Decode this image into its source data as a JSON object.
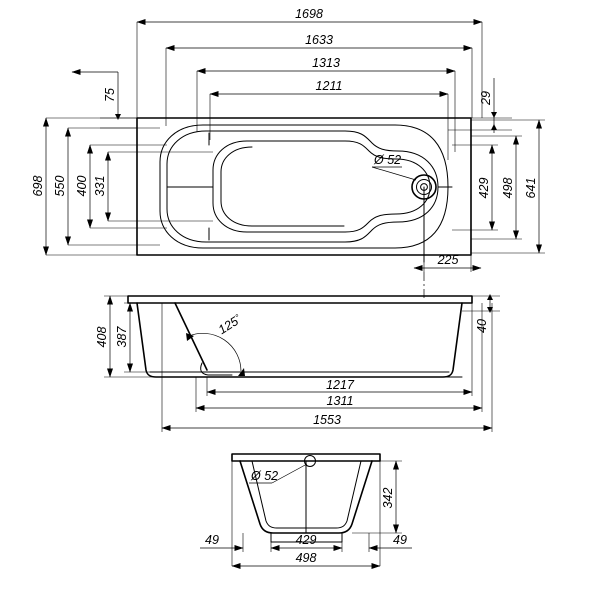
{
  "document": {
    "type": "engineering-drawing",
    "subject": "bathtub",
    "units": "mm",
    "views": [
      "plan-view",
      "side-elevation",
      "end-elevation"
    ],
    "line_color": "#000000",
    "background_color": "#ffffff"
  },
  "plan_view": {
    "name": "plan-view",
    "horizontal_dimensions": [
      {
        "id": "overall-length",
        "value": "1698"
      },
      {
        "id": "rim-inner-length",
        "value": "1633"
      },
      {
        "id": "bowl-length-outer",
        "value": "1313"
      },
      {
        "id": "bowl-length-inner",
        "value": "1211"
      }
    ],
    "vertical_dimensions_left": [
      {
        "id": "overall-width",
        "value": "698"
      },
      {
        "id": "rim-inner-width",
        "value": "550"
      },
      {
        "id": "bowl-width-outer",
        "value": "400"
      },
      {
        "id": "bowl-width-inner",
        "value": "331"
      }
    ],
    "vertical_dimensions_right": [
      {
        "id": "rim-offset-top",
        "value": "29"
      },
      {
        "id": "drain-zone-width",
        "value": "429"
      },
      {
        "id": "foot-frame-width",
        "value": "498"
      },
      {
        "id": "base-width",
        "value": "641"
      }
    ],
    "offset_dimensions": [
      {
        "id": "rim-offset-left",
        "value": "75"
      },
      {
        "id": "drain-offset-from-end",
        "value": "225"
      }
    ],
    "annotations": [
      {
        "id": "drain-diameter",
        "value": "Ø 52"
      }
    ]
  },
  "side_elevation": {
    "name": "side-elevation",
    "vertical_dimensions_left": [
      {
        "id": "overall-height",
        "value": "408"
      },
      {
        "id": "bowl-depth",
        "value": "387"
      }
    ],
    "vertical_dimensions_right": [
      {
        "id": "rim-thickness",
        "value": "40"
      }
    ],
    "horizontal_dimensions": [
      {
        "id": "base-length-inner",
        "value": "1217"
      },
      {
        "id": "base-length-outer",
        "value": "1311"
      },
      {
        "id": "foot-span-length",
        "value": "1553"
      }
    ],
    "annotations": [
      {
        "id": "backrest-angle",
        "value": "125",
        "symbol": "°"
      }
    ]
  },
  "end_elevation": {
    "name": "end-elevation",
    "vertical_dimensions_right": [
      {
        "id": "bowl-height",
        "value": "342"
      }
    ],
    "horizontal_dimensions": [
      {
        "id": "left-overhang",
        "value": "49"
      },
      {
        "id": "foot-inner-span",
        "value": "429"
      },
      {
        "id": "right-overhang",
        "value": "49"
      },
      {
        "id": "foot-outer-span",
        "value": "498"
      }
    ],
    "annotations": [
      {
        "id": "drain-diameter",
        "value": "Ø 52"
      }
    ]
  }
}
